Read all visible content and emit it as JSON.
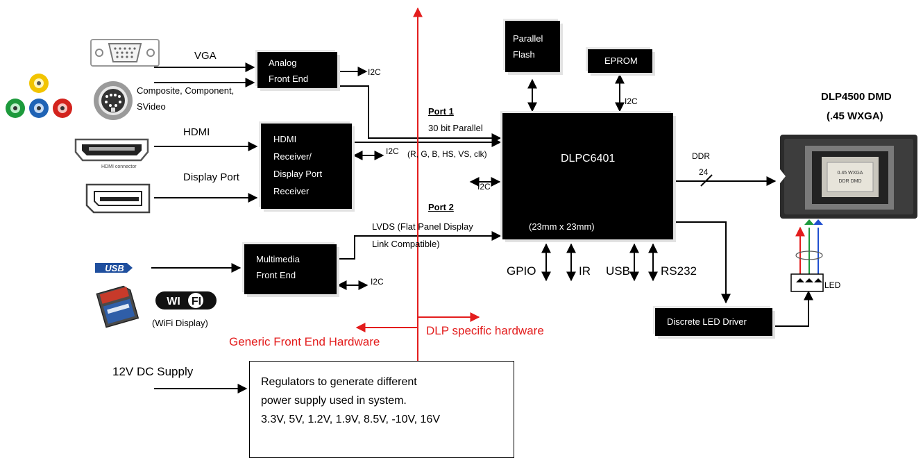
{
  "inputs": {
    "vga": "VGA",
    "composite": "Composite, Component,",
    "svideo": "SVideo",
    "hdmi": "HDMI",
    "hdmi_connector": "HDMI connector",
    "display_port": "Display Port",
    "usb_logo": "USB",
    "wifi_logo": "WI FI",
    "wifi_display": "(WiFi Display)"
  },
  "blocks": {
    "analog": [
      "Analog",
      "Front End"
    ],
    "hdmi_rx": [
      "HDMI",
      "Receiver/",
      "Display Port",
      "Receiver"
    ],
    "multimedia": [
      "Multimedia",
      "Front End"
    ],
    "flash": [
      "Parallel",
      "Flash"
    ],
    "eprom": "EPROM",
    "controller": "DLPC6401",
    "controller_size": "(23mm x 23mm)",
    "led_driver": "Discrete LED Driver",
    "regulators": [
      "Regulators to generate different",
      "power supply used in system.",
      "3.3V, 5V, 1.2V, 1.9V, 8.5V,  -10V, 16V"
    ]
  },
  "ports": {
    "port1": "Port 1",
    "port1_desc": "30 bit Parallel",
    "port1_signals": "(R, G, B, HS, VS, clk)",
    "port2": "Port 2",
    "port2_desc1": "LVDS (Flat Panel Display",
    "port2_desc2": "Link Compatible)"
  },
  "labels": {
    "i2c": "I2C",
    "ddr": "DDR",
    "ddr_width": "24",
    "gpio": "GPIO",
    "ir": "IR",
    "usb": "USB",
    "rs232": "RS232",
    "led": "LED",
    "supply": "12V DC Supply"
  },
  "dmd": {
    "title": "DLP4500 DMD",
    "subtitle": "(.45 WXGA)",
    "chip_line1": "0.45 WXGA",
    "chip_line2": "DDR DMD"
  },
  "regions": {
    "generic": "Generic Front End Hardware",
    "dlp": "DLP specific hardware"
  },
  "colors": {
    "boundary": "#e31d1d",
    "rca_yellow": "#f2c400",
    "rca_green": "#1d9a3c",
    "rca_blue": "#1f63b5",
    "rca_red": "#d3231d",
    "led_red": "#e31d1d",
    "led_green": "#1d9a3c",
    "led_blue": "#1f4fd0"
  }
}
